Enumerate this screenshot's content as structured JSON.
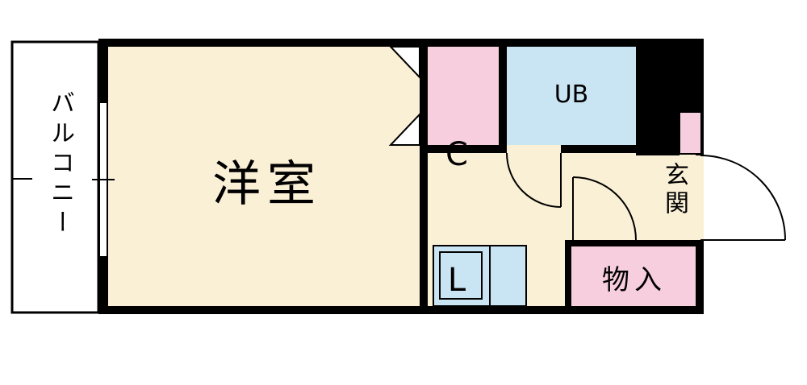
{
  "rooms": {
    "balcony": "バルコニー",
    "western_room": "洋室",
    "closet_line1": "C",
    "closet_line2": "L",
    "unit_bath": "UB",
    "entrance": "玄関",
    "storage": "物入"
  },
  "colors": {
    "wall": "#000000",
    "room_cream": "#FAF0D6",
    "pink": "#F7CEDD",
    "bath_blue": "#C9E4F2",
    "kitchen_blue": "#C9E4F2",
    "white": "#FFFFFF"
  }
}
